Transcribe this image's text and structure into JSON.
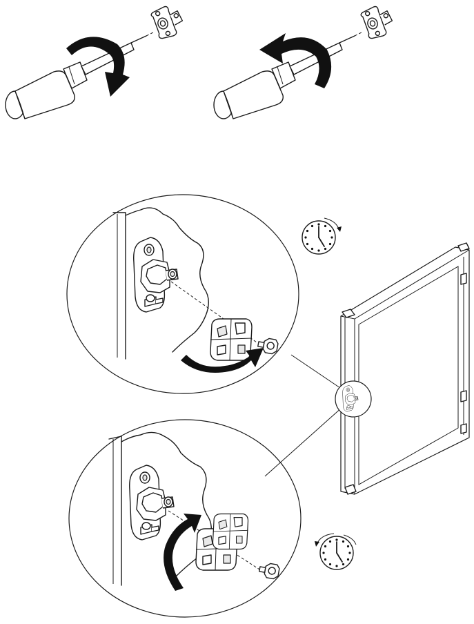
{
  "document": {
    "type": "assembly-instruction-sheet",
    "text_present": false
  },
  "steps": [
    {
      "id": "screwdriver-clockwise",
      "icon": "screwdriver-icon",
      "rotation": "clockwise"
    },
    {
      "id": "screwdriver-counterclockwise",
      "icon": "screwdriver-icon",
      "rotation": "counterclockwise"
    },
    {
      "id": "detail-lock",
      "icon": "clock-icon",
      "clock_time": "5:00",
      "rotation": "clockwise"
    },
    {
      "id": "detail-unlock",
      "icon": "clock-icon",
      "clock_time": "5:00",
      "rotation": "counterclockwise"
    }
  ],
  "colors": {
    "line": "#1a1a1a",
    "arrow": "#111111",
    "background": "#ffffff"
  }
}
